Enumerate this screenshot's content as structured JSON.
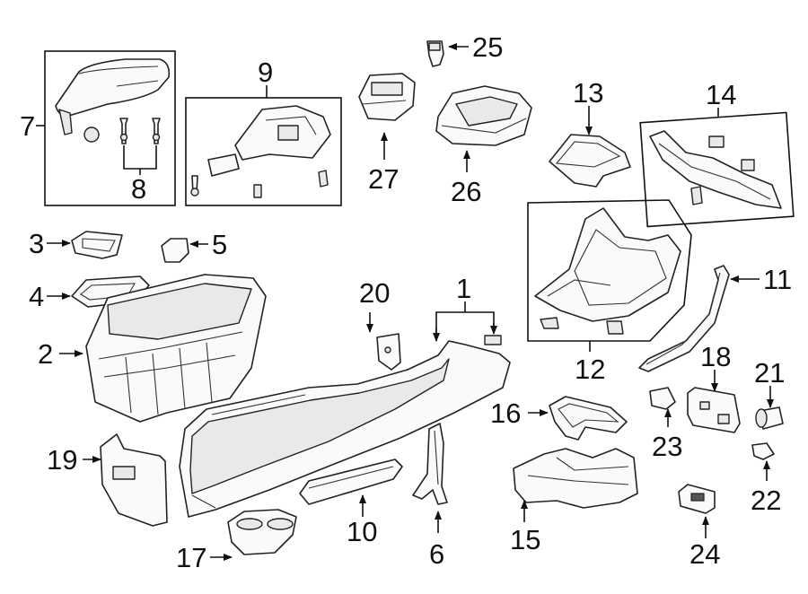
{
  "diagram": {
    "callouts": {
      "c1": "1",
      "c2": "2",
      "c3": "3",
      "c4": "4",
      "c5": "5",
      "c6": "6",
      "c7": "7",
      "c8": "8",
      "c9": "9",
      "c10": "10",
      "c11": "11",
      "c12": "12",
      "c13": "13",
      "c14": "14",
      "c15": "15",
      "c16": "16",
      "c17": "17",
      "c18": "18",
      "c19": "19",
      "c20": "20",
      "c21": "21",
      "c22": "22",
      "c23": "23",
      "c24": "24",
      "c25": "25",
      "c26": "26",
      "c27": "27"
    }
  }
}
